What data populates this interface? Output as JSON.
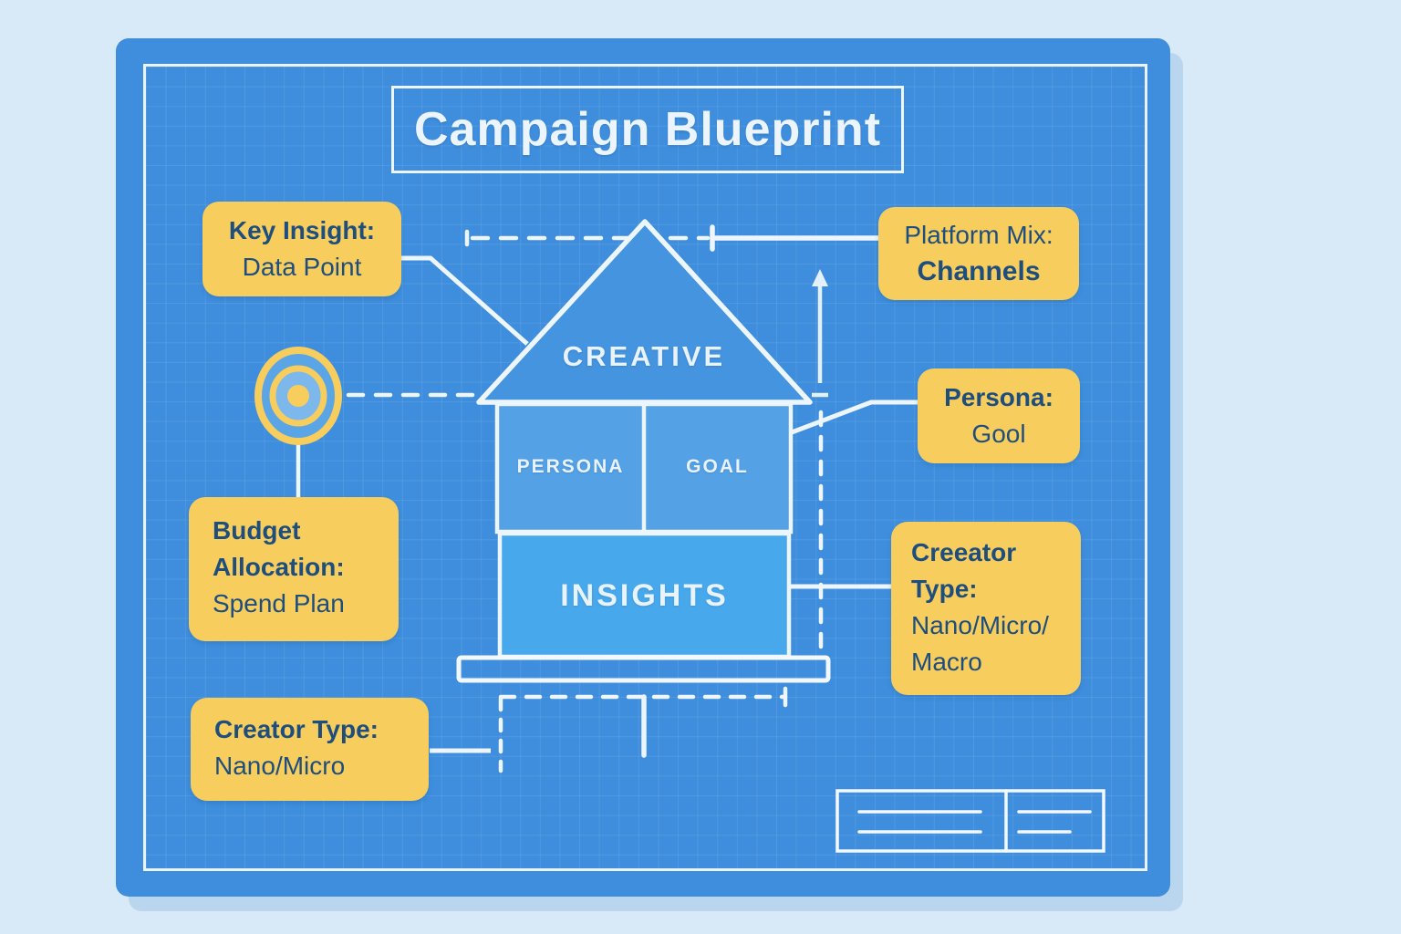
{
  "title": "Campaign Blueprint",
  "house": {
    "roof": "CREATIVE",
    "room_left": "PERSONA",
    "room_right": "GOAL",
    "base": "INSIGHTS"
  },
  "callouts": {
    "key_insight": {
      "label": "Key Insight:",
      "value": "Data Point"
    },
    "platform_mix": {
      "label": "Platform Mix:",
      "value": "Channels"
    },
    "persona": {
      "label": "Persona:",
      "value": "Gool"
    },
    "budget_allocation": {
      "label": "Budget Allocation:",
      "value": "Spend Plan"
    },
    "creator_type_right": {
      "label": "Creeator Type:",
      "value_line1": "Nano/Micro/",
      "value_line2": "Macro"
    },
    "creator_type_left": {
      "label": "Creator Type:",
      "value": "Nano/Micro"
    }
  },
  "icons": {
    "target": "bullseye-icon",
    "arrow": "up-arrow-icon"
  },
  "colors": {
    "page_background": "#D8E9F7",
    "board_blue": "#3E8EDD",
    "callout_yellow": "#F7CD5E",
    "text_navy": "#1D4E7E",
    "line_white": "#EDF5FD",
    "room_fill": "#55A1E5",
    "insights_fill": "#47A9EC",
    "roof_fill": "#4494E0"
  }
}
